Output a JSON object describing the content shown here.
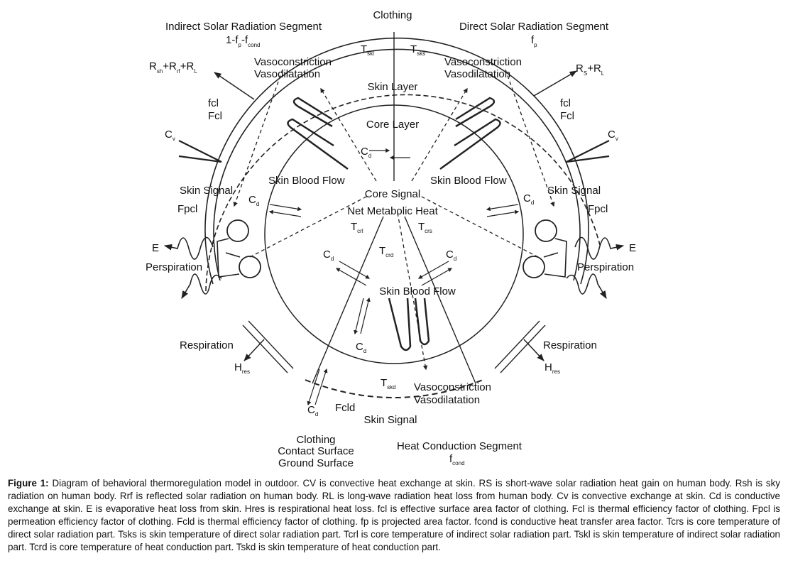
{
  "labels": {
    "clothing_top": "Clothing",
    "indirect_segment": "Indirect Solar Radiation Segment",
    "direct_segment": "Direct Solar Radiation Segment",
    "indirect_factor": "1-f",
    "indirect_factor_sub1": "p",
    "indirect_factor_mid": "-f",
    "indirect_factor_sub2": "cond",
    "direct_factor": "f",
    "direct_factor_sub": "p",
    "t_skl": "T",
    "t_skl_sub": "skl",
    "t_sks": "T",
    "t_sks_sub": "sks",
    "vasocon": "Vasoconstriction",
    "vasodil": "Vasodilatation",
    "skin_layer": "Skin Layer",
    "core_layer": "Core Layer",
    "rad_left_r1": "R",
    "rad_left_s1": "sh",
    "rad_left_p1": "+R",
    "rad_left_s2": "rf",
    "rad_left_p2": "+R",
    "rad_left_s3": "L",
    "rad_right_r1": "R",
    "rad_right_s1": "S",
    "rad_right_p1": "+R",
    "rad_right_s2": "L",
    "fcl": "fcl",
    "Fcl": "Fcl",
    "cv": "C",
    "cv_sub": "v",
    "cd": "C",
    "cd_sub": "d",
    "skin_blood_flow": "Skin Blood Flow",
    "core_signal": "Core Signal",
    "net_metabolic_heat": "Net Metabolic Heat",
    "skin_signal": "Skin Signal",
    "fpcl": "Fpcl",
    "t_crl": "T",
    "t_crl_sub": "crl",
    "t_crs": "T",
    "t_crs_sub": "crs",
    "t_crd": "T",
    "t_crd_sub": "crd",
    "e": "E",
    "perspiration": "Perspiration",
    "respiration": "Respiration",
    "hres": "H",
    "hres_sub": "res",
    "t_skd": "T",
    "t_skd_sub": "skd",
    "fcld": "Fcld",
    "clothing_bottom": "Clothing",
    "contact_surface": "Contact Surface",
    "ground_surface": "Ground Surface",
    "heat_conduction_segment": "Heat Conduction Segment",
    "f_cond": "f",
    "f_cond_sub": "cond"
  },
  "caption": {
    "figure_label": "Figure 1:",
    "text": "Diagram of behavioral thermoregulation model in outdoor. CV is convective heat exchange at skin. RS is short-wave solar radiation heat gain on human body. Rsh is sky radiation on human body. Rrf is reflected solar radiation on human body. RL is long-wave radiation heat loss from human body. Cv is convective exchange at skin. Cd is conductive exchange at skin. E is evaporative heat loss from skin. Hres is respirational heat loss. fcl is effective surface area factor of clothing. Fcl is thermal efficiency factor of clothing. Fpcl is permeation efficiency factor of clothing. Fcld is thermal efficiency factor of clothing. fp is projected area factor. fcond is conductive heat transfer area factor. Tcrs is core temperature of direct solar radiation part. Tsks is skin temperature of direct solar radiation part. Tcrl is core temperature of indirect solar radiation part. Tskl is skin temperature of indirect solar radiation part. Tcrd is core temperature of heat conduction part. Tskd is skin temperature of heat conduction part."
  }
}
